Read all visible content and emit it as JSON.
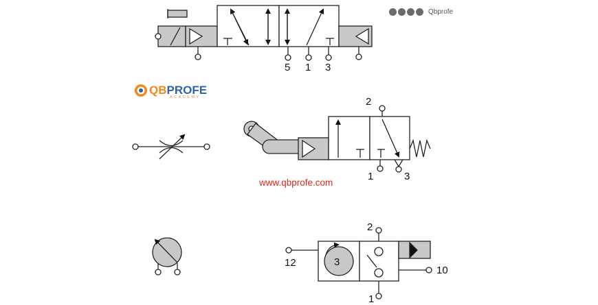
{
  "social": {
    "icons": [
      "facebook-icon",
      "instagram-icon",
      "youtube-icon",
      "blogger-icon"
    ],
    "label": "Qbprofe"
  },
  "logo": {
    "q": "QB",
    "rest": "PROFE",
    "sub": "ACADEMY"
  },
  "website": "www.qbprofe.com",
  "valve_5_2": {
    "ports": [
      "5",
      "1",
      "3"
    ]
  },
  "valve_3_2_roller": {
    "ports": [
      "2",
      "1",
      "3"
    ]
  },
  "rotary_element": {
    "label": "3"
  },
  "valve_bottom": {
    "ports": [
      "12",
      "2",
      "10",
      "1"
    ]
  },
  "colors": {
    "fill_gray": "#c8c8c8",
    "line": "#222222",
    "website_red": "#e0281a",
    "logo_orange": "#f08a1c",
    "logo_blue": "#2d64a8"
  }
}
